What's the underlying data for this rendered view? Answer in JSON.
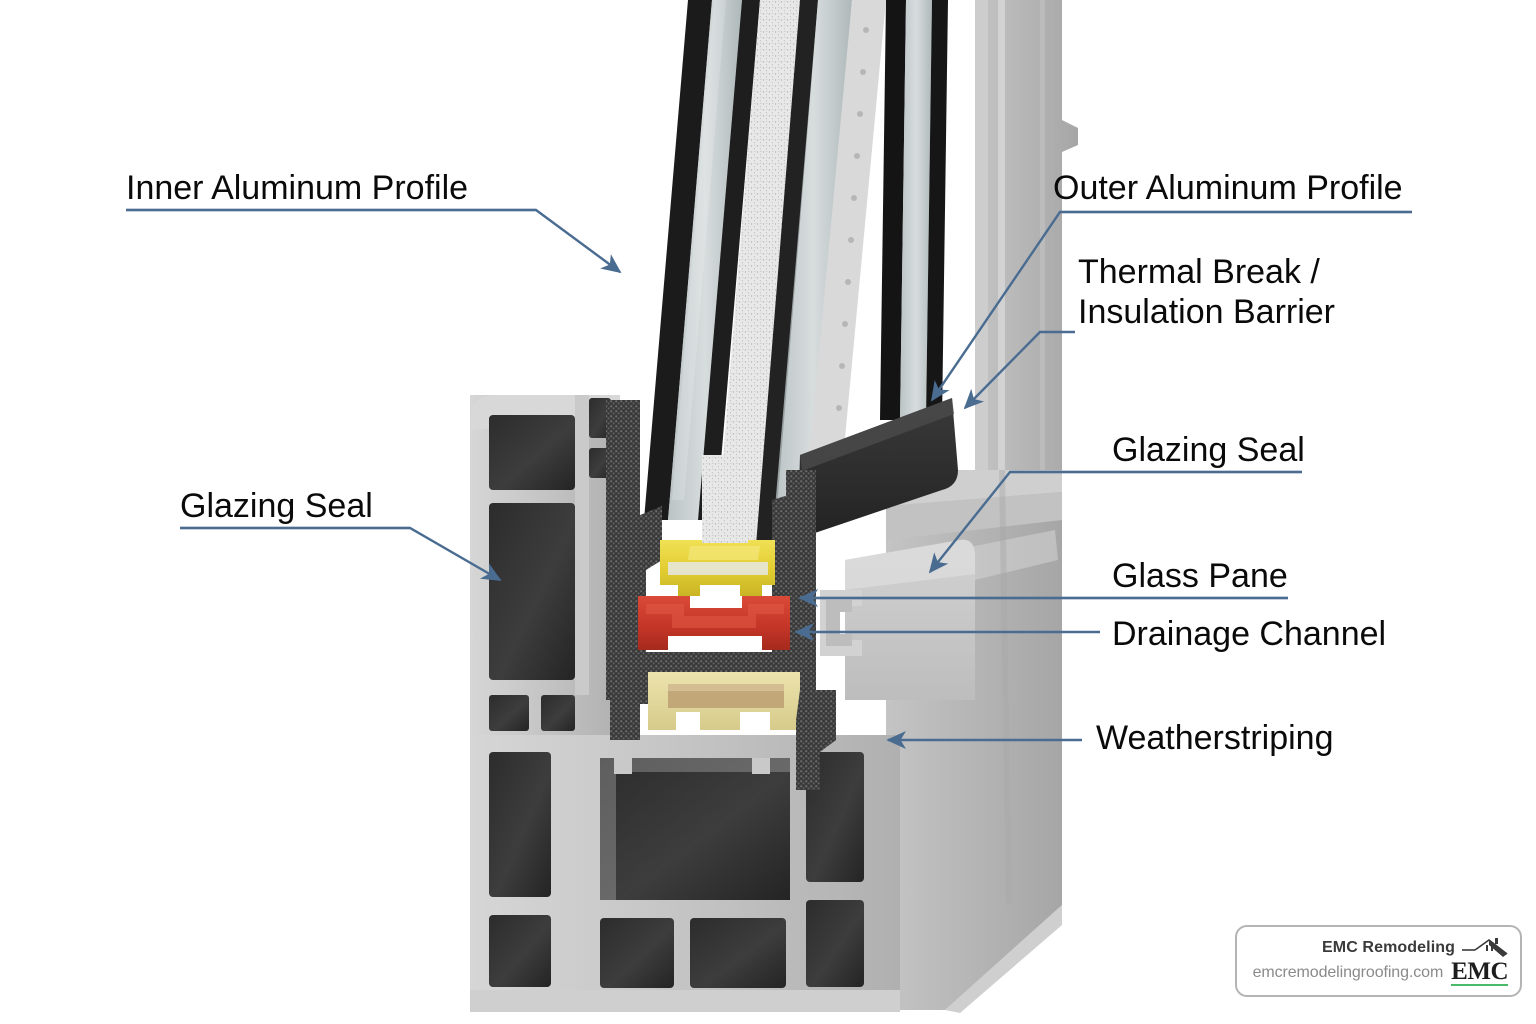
{
  "diagram": {
    "subject": "Thermally broken aluminum window frame cross-section",
    "background": "#ffffff",
    "leader_color": "#4a6c91",
    "text_color": "#0a0a0a"
  },
  "labels": {
    "inner_aluminum_profile": "Inner Aluminum Profile",
    "outer_aluminum_profile": "Outer Aluminum Profile",
    "thermal_break_line1": "Thermal Break /",
    "thermal_break_line2": "Insulation Barrier",
    "glazing_seal_left": "Glazing Seal",
    "glazing_seal_right": "Glazing Seal",
    "glass_pane": "Glass Pane",
    "drainage_channel": "Drainage Channel",
    "weatherstriping": "Weatherstriping"
  },
  "materials": {
    "aluminum_wall": "#c9c9c9",
    "aluminum_wall_light": "#dcdcdc",
    "cavity_dark": "#383838",
    "cavity_darker": "#2a2a2a",
    "foam_seal": "#4a4a4a",
    "glazing_bead_yellow": "#e6d23c",
    "thermal_break_red": "#c73a2c",
    "lower_bead_pale": "#e4dca0",
    "lower_bead_tan": "#c2a878",
    "glass_tint": "#b9c3c4",
    "glass_edge_black": "#151515",
    "spacer_white": "#e9e9e9",
    "outer_face": "#b6b6b6"
  },
  "badge": {
    "company": "EMC Remodeling",
    "website": "emcremodelingroofing.com",
    "logo_text": "EMC",
    "logo_underline_color": "#49b96a",
    "roof_icon": "house-roof-icon"
  }
}
